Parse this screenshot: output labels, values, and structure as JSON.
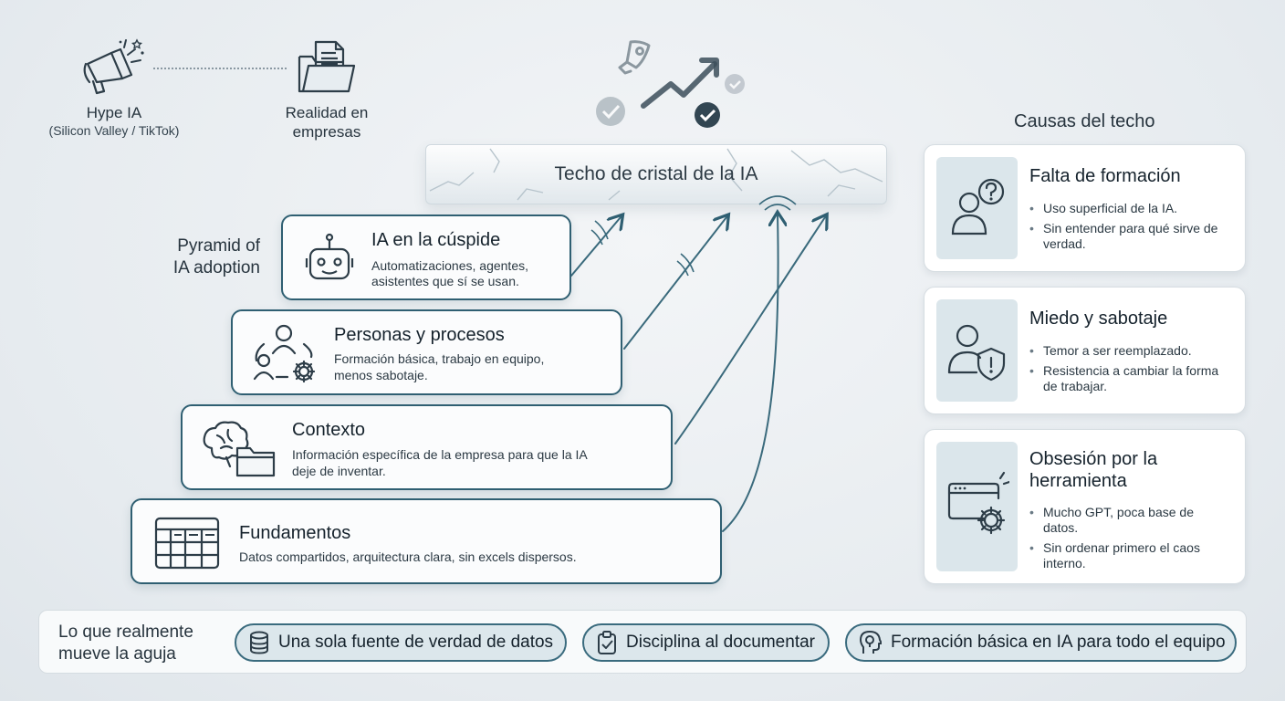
{
  "header": {
    "hype_title": "Hype IA",
    "hype_subtitle": "(Silicon Valley / TikTok)",
    "reality_line1": "Realidad en",
    "reality_line2": "empresas"
  },
  "ceiling": {
    "label": "Techo de cristal de la IA"
  },
  "pyramid": {
    "label_line1": "Pyramid of",
    "label_line2": "IA adoption",
    "tiers": [
      {
        "title": "IA en la cúspide",
        "desc_line1": "Automatizaciones, agentes,",
        "desc_line2": "asistentes que sí se usan.",
        "icon": "robot-icon"
      },
      {
        "title": "Personas y procesos",
        "desc_line1": "Formación básica, trabajo en equipo,",
        "desc_line2": "menos sabotaje.",
        "icon": "people-gear-icon"
      },
      {
        "title": "Contexto",
        "desc_line1": "Información específica de la empresa para que la IA",
        "desc_line2": "deje de inventar.",
        "icon": "brain-folder-icon"
      },
      {
        "title": "Fundamentos",
        "desc_line1": "Datos compartidos, arquitectura clara, sin excels dispersos.",
        "desc_line2": "",
        "icon": "table-icon"
      }
    ]
  },
  "causes": {
    "title": "Causas del techo",
    "cards": [
      {
        "title_line1": "Falta de formación",
        "title_line2": "",
        "bullets": [
          [
            "Uso superficial de la IA.",
            ""
          ],
          [
            "Sin entender para qué sirve de",
            "verdad."
          ]
        ],
        "icon": "user-question-icon"
      },
      {
        "title_line1": "Miedo y sabotaje",
        "title_line2": "",
        "bullets": [
          [
            "Temor a ser reemplazado.",
            ""
          ],
          [
            "Resistencia a cambiar la forma",
            "de trabajar."
          ]
        ],
        "icon": "user-shield-icon"
      },
      {
        "title_line1": "Obsesión por la",
        "title_line2": "herramienta",
        "bullets": [
          [
            "Mucho GPT, poca base de",
            "datos."
          ],
          [
            "Sin ordenar primero el caos",
            "interno."
          ]
        ],
        "icon": "window-gear-icon"
      }
    ]
  },
  "bottom": {
    "label_line1": "Lo que realmente",
    "label_line2": "mueve la aguja",
    "pills": [
      {
        "label": "Una sola fuente de verdad de datos",
        "icon": "database-icon"
      },
      {
        "label": "Disciplina al documentar",
        "icon": "clipboard-check-icon"
      },
      {
        "label": "Formación básica en IA para todo el equipo",
        "icon": "lightbulb-head-icon"
      }
    ]
  },
  "colors": {
    "accent": "#2f5f72",
    "background": "#e6ebef",
    "icon_box": "#dbe6eb"
  }
}
